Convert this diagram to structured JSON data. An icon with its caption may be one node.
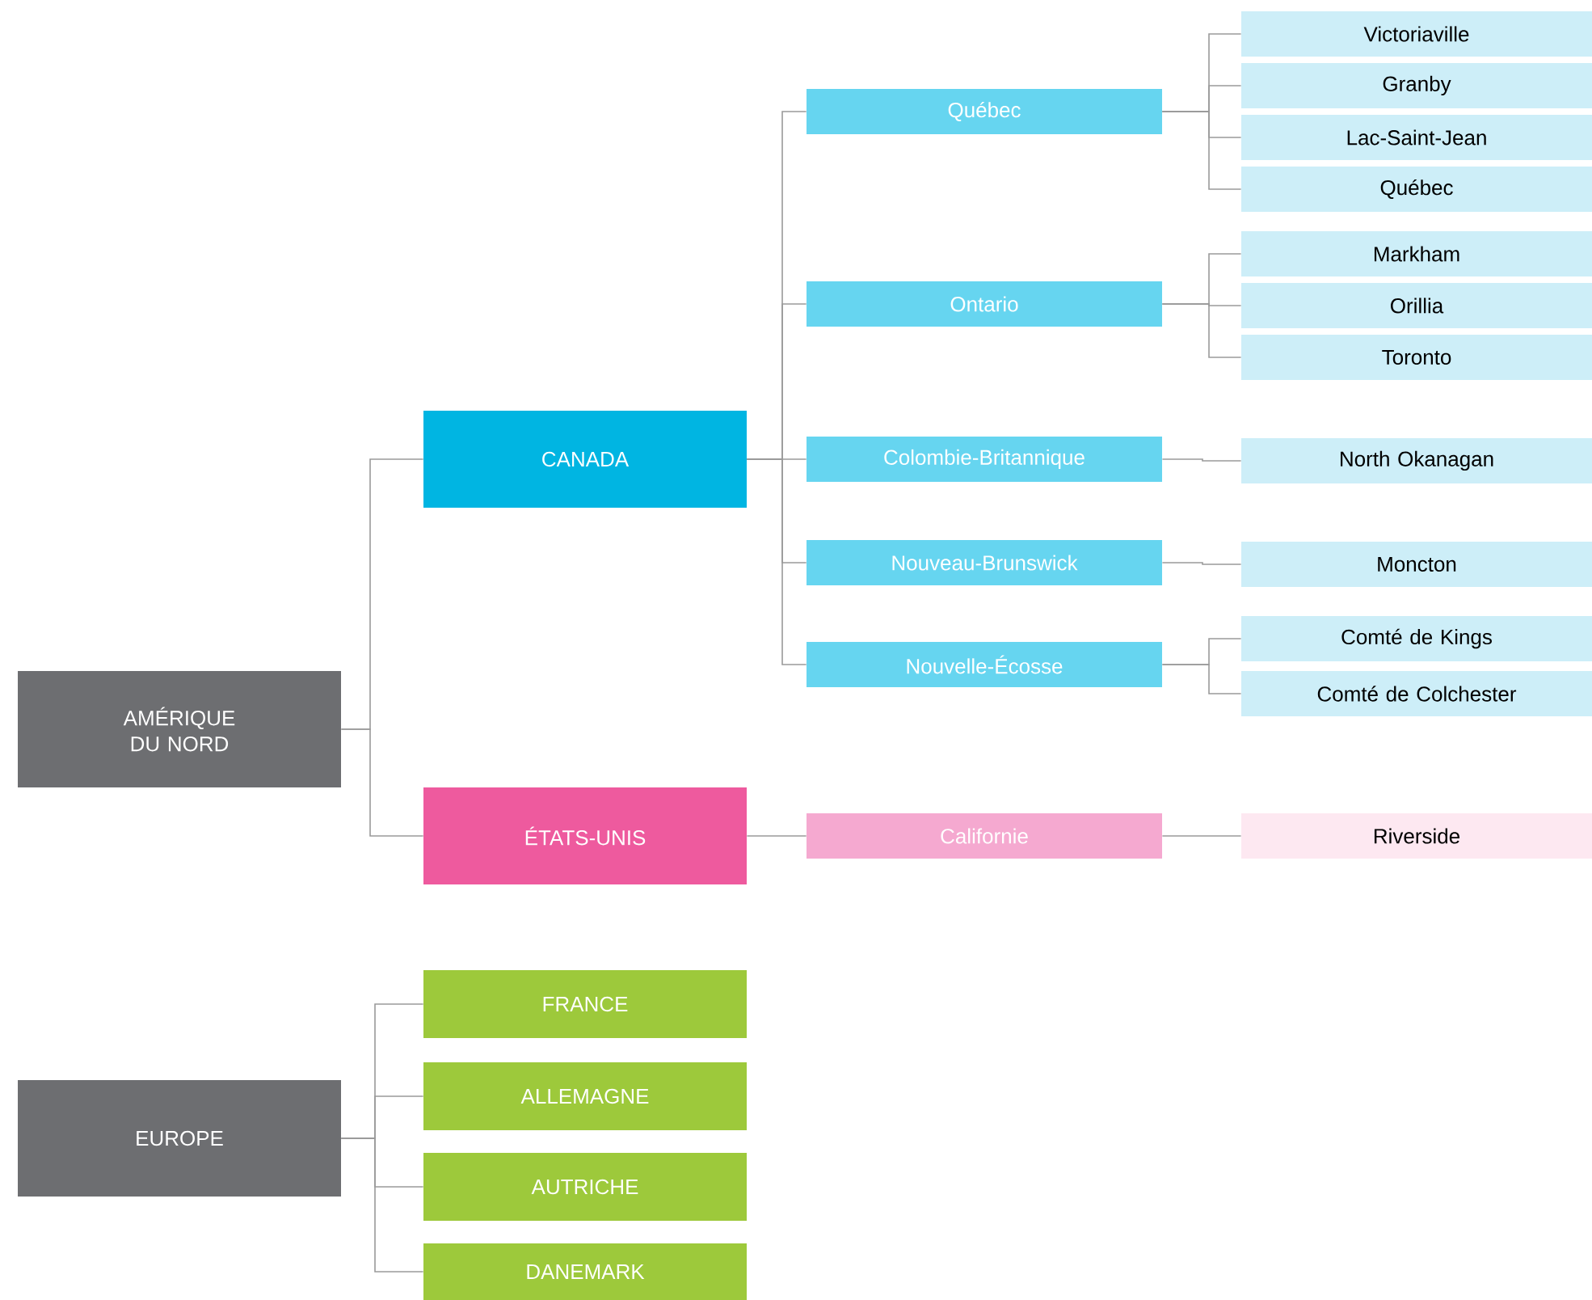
{
  "diagram": {
    "nodes": [
      {
        "text": [
          "AMÉRIQUE DU NORD"
        ]
      },
      {
        "text": [
          "CANADA"
        ]
      },
      {
        "text": [
          "Québec"
        ]
      },
      {
        "text": [
          "Victoriaville"
        ]
      },
      {
        "text": [
          "Granby"
        ]
      },
      {
        "text": [
          "Lac-Saint-Jean"
        ]
      },
      {
        "text": [
          "Québec"
        ]
      },
      {
        "text": [
          "Ontario"
        ]
      },
      {
        "text": [
          "Markham"
        ]
      },
      {
        "text": [
          "Orillia"
        ]
      },
      {
        "text": [
          "Toronto"
        ]
      },
      {
        "text": [
          "Colombie-Britannique"
        ]
      },
      {
        "text": [
          "North Okanagan"
        ]
      },
      {
        "text": [
          "Nouveau-Brunswick"
        ]
      },
      {
        "text": [
          "Moncton"
        ]
      },
      {
        "text": [
          "Nouvelle-Écosse"
        ]
      },
      {
        "text": [
          "Comté de Kings"
        ]
      },
      {
        "text": [
          "Comté de Colchester"
        ]
      },
      {
        "text": [
          "ÉTATS-UNIS"
        ]
      },
      {
        "text": [
          "Californie"
        ]
      },
      {
        "text": [
          "Riverside"
        ]
      },
      {
        "text": [
          "EUROPE"
        ]
      },
      {
        "text": [
          "FRANCE"
        ]
      },
      {
        "text": [
          "ALLEMAGNE"
        ]
      },
      {
        "text": [
          "AUTRICHE"
        ]
      },
      {
        "text": [
          "DANEMARK"
        ]
      }
    ],
    "edges": [
      {
        "from": 0,
        "to": 1,
        "arrow": "none"
      },
      {
        "from": 0,
        "to": 18,
        "arrow": "none"
      },
      {
        "from": 1,
        "to": 2,
        "arrow": "none"
      },
      {
        "from": 1,
        "to": 7,
        "arrow": "none"
      },
      {
        "from": 1,
        "to": 11,
        "arrow": "none"
      },
      {
        "from": 1,
        "to": 13,
        "arrow": "none"
      },
      {
        "from": 1,
        "to": 15,
        "arrow": "none"
      },
      {
        "from": 2,
        "to": 3,
        "arrow": "none"
      },
      {
        "from": 2,
        "to": 4,
        "arrow": "none"
      },
      {
        "from": 2,
        "to": 5,
        "arrow": "none"
      },
      {
        "from": 2,
        "to": 6,
        "arrow": "none"
      },
      {
        "from": 7,
        "to": 8,
        "arrow": "none"
      },
      {
        "from": 7,
        "to": 9,
        "arrow": "none"
      },
      {
        "from": 7,
        "to": 10,
        "arrow": "none"
      },
      {
        "from": 11,
        "to": 12,
        "arrow": "none"
      },
      {
        "from": 13,
        "to": 14,
        "arrow": "none"
      },
      {
        "from": 15,
        "to": 16,
        "arrow": "none"
      },
      {
        "from": 15,
        "to": 17,
        "arrow": "none"
      },
      {
        "from": 18,
        "to": 19,
        "arrow": "none"
      },
      {
        "from": 19,
        "to": 20,
        "arrow": "none"
      },
      {
        "from": 21,
        "to": 22,
        "arrow": "none"
      },
      {
        "from": 21,
        "to": 23,
        "arrow": "none"
      },
      {
        "from": 21,
        "to": 24,
        "arrow": "none"
      },
      {
        "from": 21,
        "to": 25,
        "arrow": "none"
      }
    ]
  }
}
